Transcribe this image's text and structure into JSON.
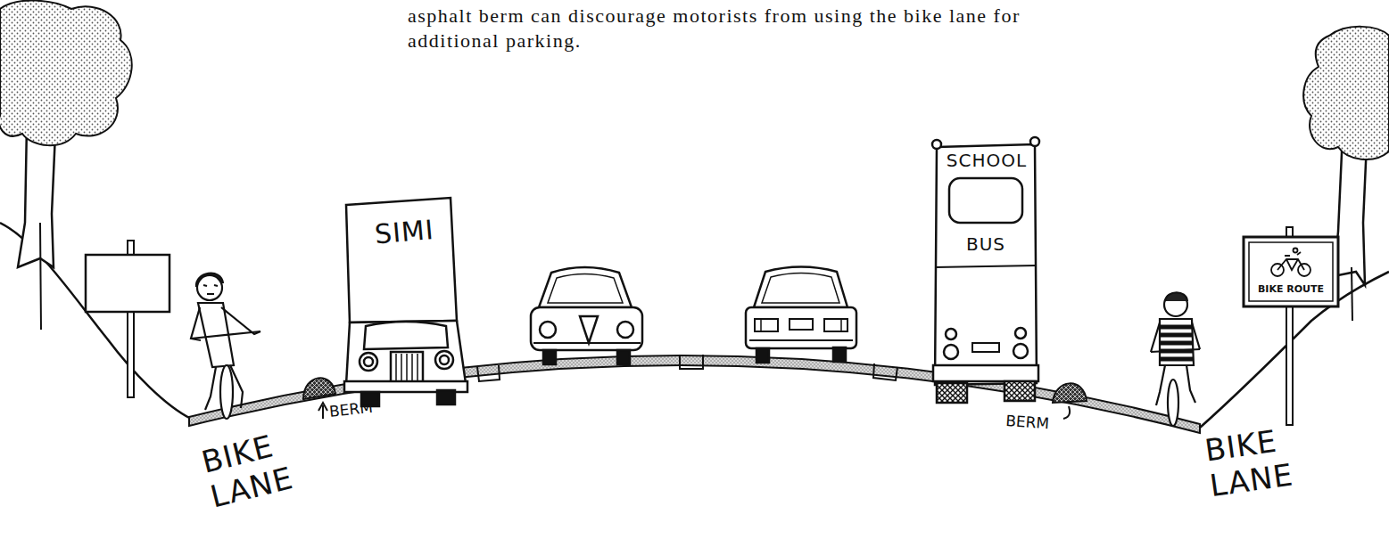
{
  "diagram": {
    "labels": [
      "asphalt berm can discourage motorists from using the bike lane for additional parking.",
      "SIMI",
      "SCHOOL",
      "BUS",
      "BERM",
      "BERM",
      "BIKE LANE",
      "BIKE LANE",
      "BIKE ROUTE"
    ]
  }
}
